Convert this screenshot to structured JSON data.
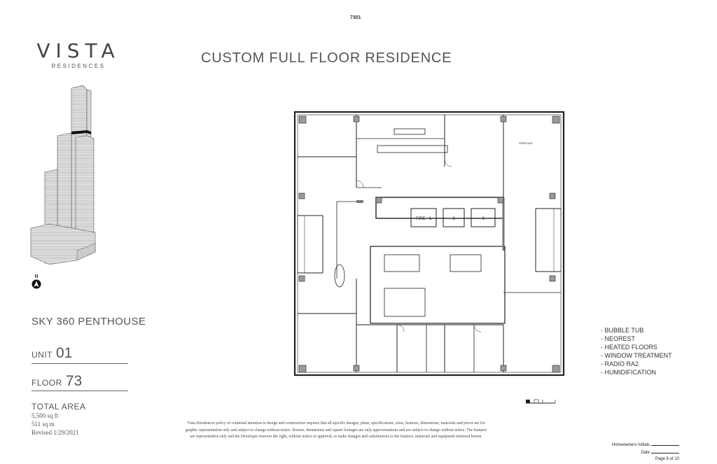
{
  "page_number": "7301",
  "logo": {
    "word": "VISTA",
    "sub": "RESIDENCES"
  },
  "title": "CUSTOM FULL FLOOR RESIDENCE",
  "north_label": "N",
  "residence_name": "SKY 360 PENTHOUSE",
  "unit": {
    "label": "UNIT",
    "value": "01"
  },
  "floor": {
    "label": "FLOOR",
    "value": "73"
  },
  "area": {
    "title": "TOTAL AREA",
    "sqft": "5,500 sq ft",
    "sqm": "511 sq m",
    "revised": "Revised 1/29/2021"
  },
  "features": [
    "- BUBBLE TUB",
    "- NEOREST",
    "- HEATED FLOORS",
    "- WINDOW TREATMENT",
    "- RADIO RA2",
    "- HUMIDIFICATION"
  ],
  "plan_labels": {
    "fire": "FIRE - 1",
    "elevator_2": "2",
    "elevator_3": "3",
    "fireplace": "FIREPLACE"
  },
  "disclaimer": [
    "Vista Residences policy of continual attention to design and construction requires that all specific designs, plans, specifications, sizes, features, dimensions, materials and prices are for",
    "graphic representation only and subject to change without notice. Rooms, dimensions and square footages are only approximations and are subject to change without notice. The features",
    "are representative only and the Developer reserves the right, without notice or approval, to make changes and substitutions to the features, materials and equipment itemized herein."
  ],
  "signoff": {
    "initials_label": "Homeowners Initials",
    "date_label": "Date",
    "page_label": "Page 6 of 10"
  }
}
